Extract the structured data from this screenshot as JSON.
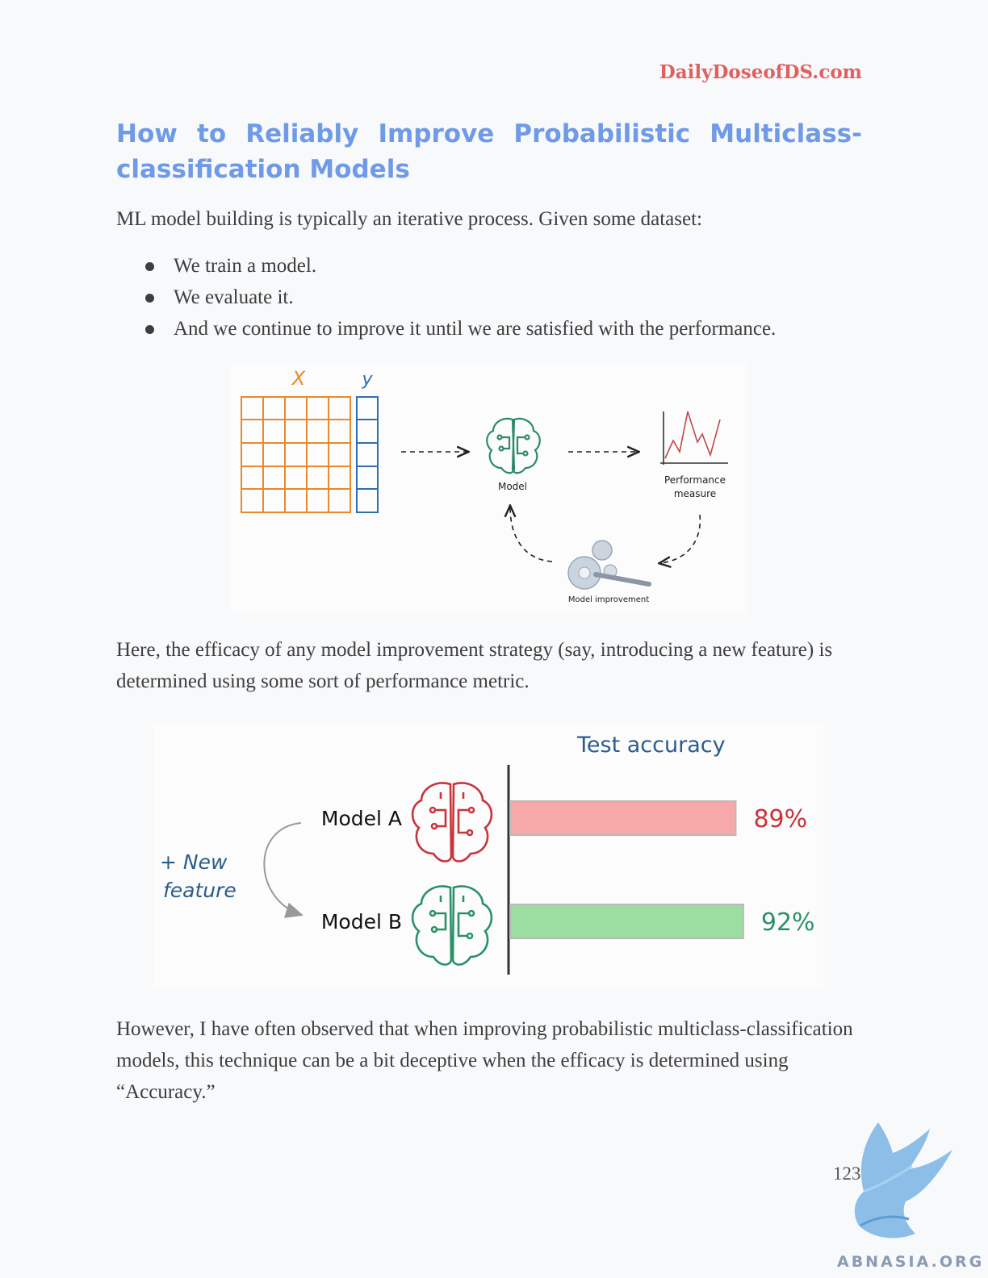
{
  "header": {
    "site": "DailyDoseofDS.com"
  },
  "title": "How to Reliably Improve Probabilistic Multiclass-classification Models",
  "intro": "ML model building is typically an iterative process. Given some dataset:",
  "bullets": [
    "We train a model.",
    "We evaluate it.",
    "And we continue to improve it until we are satisfied with the performance."
  ],
  "figure1": {
    "x_label": "X",
    "y_label": "y",
    "model_label": "Model",
    "performance_label_line1": "Performance",
    "performance_label_line2": "measure",
    "improvement_label": "Model improvement",
    "colors": {
      "x_grid": "#e8892b",
      "y_column": "#2e6fb0",
      "model_icon": "#2b8a6a",
      "perf_line": "#c0474c"
    }
  },
  "para2": "Here, the efficacy of any model improvement strategy (say, introducing a new feature) is determined using some sort of performance metric.",
  "figure2": {
    "title": "Test accuracy",
    "new_feature_line1": "+ New",
    "new_feature_line2": "feature",
    "colors": {
      "model_a": "#c8343a",
      "model_b": "#2a9266",
      "bar_a": "#f7a8a8",
      "bar_b": "#9bde9f",
      "title": "#2b5c8a"
    }
  },
  "chart_data": {
    "type": "bar",
    "orientation": "horizontal",
    "title": "Test accuracy",
    "categories": [
      "Model A",
      "Model B"
    ],
    "values": [
      89,
      92
    ],
    "value_labels": [
      "89%",
      "92%"
    ],
    "units": "%",
    "xlim": [
      0,
      100
    ]
  },
  "para3": "However, I have often observed that when improving probabilistic multiclass-classification models, this technique can be a bit deceptive when the efficacy is determined using “Accuracy.”",
  "footer": {
    "page_number": "123",
    "watermark": "ABNASIA.ORG"
  }
}
